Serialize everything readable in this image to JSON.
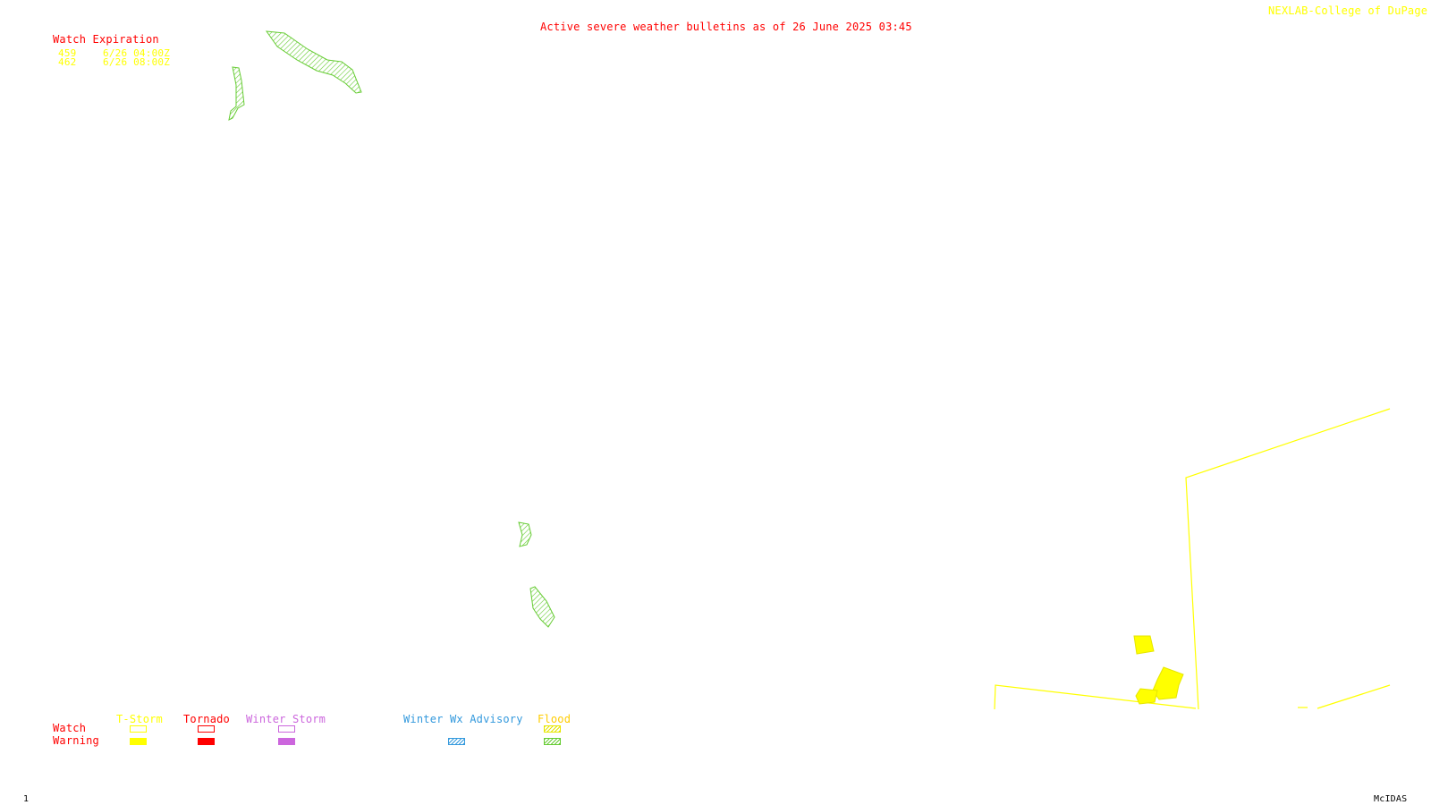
{
  "header": {
    "title": "Active severe weather bulletins as of 26 June 2025 03:45",
    "credit": "NEXLAB-College of DuPage R"
  },
  "watch_expiration": {
    "heading": "Watch Expiration",
    "rows": [
      {
        "id": "459",
        "expires": "6/26 04:00Z"
      },
      {
        "id": "462",
        "expires": "6/26 08:00Z"
      }
    ]
  },
  "legend": {
    "row_labels": {
      "watch": "Watch",
      "warning": "Warning"
    },
    "categories": [
      {
        "key": "tstorm",
        "label": "T-Storm",
        "color": "#ffff00",
        "watch": "outline",
        "warning": "filled"
      },
      {
        "key": "tornado",
        "label": "Tornado",
        "color": "#ff0000",
        "watch": "outline",
        "warning": "filled"
      },
      {
        "key": "winter_storm",
        "label": "Winter Storm",
        "color": "#cc66dd",
        "watch": "outline",
        "warning": "filled"
      },
      {
        "key": "winter_wx_advisory",
        "label": "Winter Wx Advisory",
        "color": "#3399dd",
        "warning": "hatched"
      },
      {
        "key": "flood",
        "label": "Flood",
        "color": "#ffcc00",
        "watch": "hatched",
        "warning": "hatched-green"
      }
    ]
  },
  "map_features": {
    "flood_warning_color": "#66cc33",
    "watch_outline_color": "#ffff00",
    "tstorm_warning_color": "#ffff00"
  },
  "footer": {
    "frame_number": "1",
    "software": "McIDAS"
  }
}
